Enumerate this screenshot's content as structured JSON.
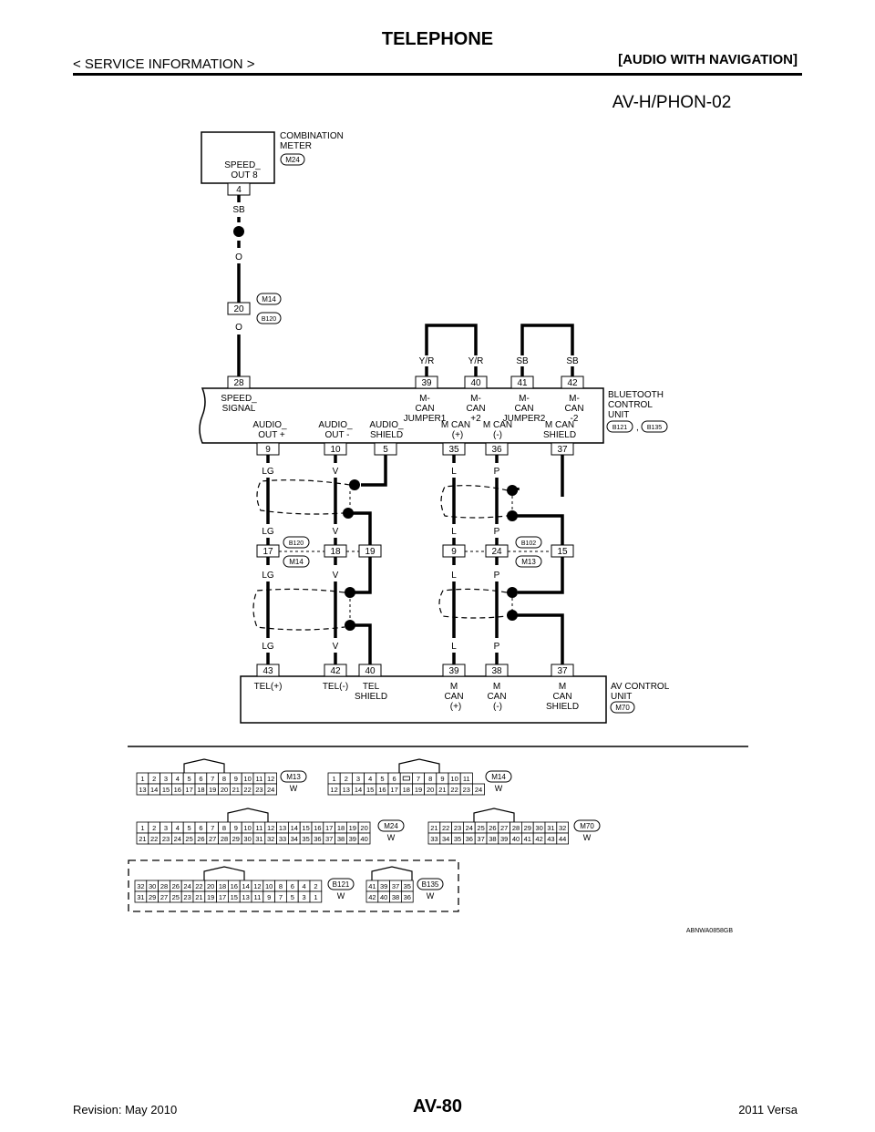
{
  "header": {
    "title": "TELEPHONE",
    "left": "< SERVICE INFORMATION >",
    "right": "[AUDIO WITH NAVIGATION]"
  },
  "footer": {
    "left": "Revision: May 2010",
    "page": "AV-80",
    "right": "2011 Versa"
  },
  "diagram": {
    "id": "AV-H/PHON-02",
    "image_code": "ABNWA0858GB",
    "combination_meter": {
      "name_line1": "COMBINATION",
      "name_line2": "METER",
      "connector": "M24",
      "pin_label_line1": "SPEED_",
      "pin_label_line2": "OUT 8",
      "pin": "4"
    },
    "wire_colors": {
      "sb": "SB",
      "o": "O",
      "yr": "Y/R",
      "lg": "LG",
      "v": "V",
      "l": "L",
      "p": "P"
    },
    "joint_m14_b120": {
      "top": "M14",
      "bottom": "B120",
      "pin": "20"
    },
    "bluetooth_unit": {
      "name_line1": "BLUETOOTH",
      "name_line2": "CONTROL",
      "name_line3": "UNIT",
      "connector1": "B121",
      "connector2": "B135",
      "separator": ",",
      "top_pins": [
        "28",
        "39",
        "40",
        "41",
        "42"
      ],
      "bottom_pins": [
        "9",
        "10",
        "5",
        "35",
        "36",
        "37"
      ],
      "labels": {
        "speed1": "SPEED_",
        "speed2": "SIGNAL",
        "j1a": "M-",
        "j1b": "CAN",
        "j1c": "JUMPER1",
        "p2a": "M-",
        "p2b": "CAN",
        "p2c": "+2",
        "j2a": "M-",
        "j2b": "CAN",
        "j2c": "JUMPER2",
        "m2a": "M-",
        "m2b": "CAN",
        "m2c": "-2",
        "ao1": "AUDIO_",
        "ao2": "OUT +",
        "am1": "AUDIO_",
        "am2": "OUT -",
        "as1": "AUDIO_",
        "as2": "SHIELD",
        "mcp1": "M CAN",
        "mcp2": "(+)",
        "mcm1": "M CAN",
        "mcm2": "(-)",
        "mcs1": "M CAN",
        "mcs2": "SHIELD"
      }
    },
    "joint_left": {
      "top": "B120",
      "bottom": "M14",
      "pins": [
        "17",
        "18",
        "19"
      ]
    },
    "joint_right": {
      "top": "B102",
      "bottom": "M13",
      "pins": [
        "9",
        "24",
        "15"
      ]
    },
    "av_unit": {
      "name_line1": "AV CONTROL",
      "name_line2": "UNIT",
      "connector": "M70",
      "pins": [
        "43",
        "42",
        "40",
        "39",
        "38",
        "37"
      ],
      "labels": {
        "telp": "TEL(+)",
        "telm": "TEL(-)",
        "ts1": "TEL",
        "ts2": "SHIELD",
        "mp1": "M",
        "mp2": "CAN",
        "mp3": "(+)",
        "mm1": "M",
        "mm2": "CAN",
        "mm3": "(-)",
        "ms1": "M",
        "ms2": "CAN",
        "ms3": "SHIELD"
      }
    },
    "connector_faces": {
      "m13": {
        "name": "M13",
        "color": "W",
        "row1": [
          "1",
          "2",
          "3",
          "4",
          "5",
          "6",
          "7",
          "8",
          "9",
          "10",
          "11",
          "12"
        ],
        "row2": [
          "13",
          "14",
          "15",
          "16",
          "17",
          "18",
          "19",
          "20",
          "21",
          "22",
          "23",
          "24"
        ]
      },
      "m14": {
        "name": "M14",
        "color": "W",
        "row1": [
          "1",
          "2",
          "3",
          "4",
          "5",
          "6",
          "",
          "7",
          "8",
          "9",
          "10",
          "11"
        ],
        "row2": [
          "12",
          "13",
          "14",
          "15",
          "16",
          "17",
          "18",
          "19",
          "20",
          "21",
          "22",
          "23",
          "24"
        ]
      },
      "m24": {
        "name": "M24",
        "color": "W",
        "row1": [
          "1",
          "2",
          "3",
          "4",
          "5",
          "6",
          "7",
          "8",
          "9",
          "10",
          "11",
          "12",
          "13",
          "14",
          "15",
          "16",
          "17",
          "18",
          "19",
          "20"
        ],
        "row2": [
          "21",
          "22",
          "23",
          "24",
          "25",
          "26",
          "27",
          "28",
          "29",
          "30",
          "31",
          "32",
          "33",
          "34",
          "35",
          "36",
          "37",
          "38",
          "39",
          "40"
        ]
      },
      "m70": {
        "name": "M70",
        "color": "W",
        "row1": [
          "21",
          "22",
          "23",
          "24",
          "25",
          "26",
          "27",
          "28",
          "29",
          "30",
          "31",
          "32"
        ],
        "row2": [
          "33",
          "34",
          "35",
          "36",
          "37",
          "38",
          "39",
          "40",
          "41",
          "42",
          "43",
          "44"
        ]
      },
      "b121": {
        "name": "B121",
        "color": "W",
        "row1": [
          "32",
          "30",
          "28",
          "26",
          "24",
          "22",
          "20",
          "18",
          "16",
          "14",
          "12",
          "10",
          "8",
          "6",
          "4",
          "2"
        ],
        "row2": [
          "31",
          "29",
          "27",
          "25",
          "23",
          "21",
          "19",
          "17",
          "15",
          "13",
          "11",
          "9",
          "7",
          "5",
          "3",
          "1"
        ]
      },
      "b135": {
        "name": "B135",
        "color": "W",
        "row1": [
          "41",
          "39",
          "37",
          "35"
        ],
        "row2": [
          "42",
          "40",
          "38",
          "36"
        ]
      }
    }
  }
}
